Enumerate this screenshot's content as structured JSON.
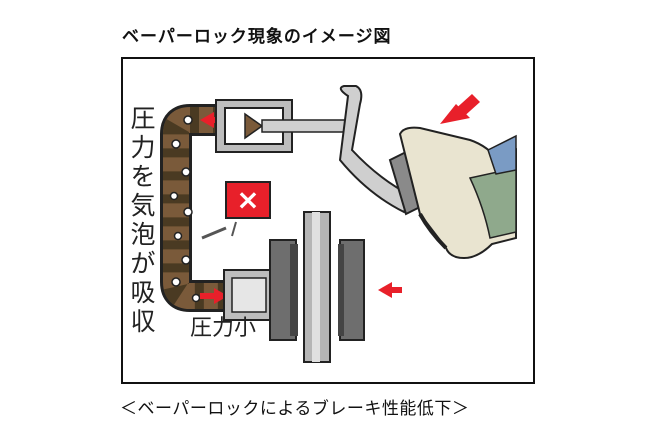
{
  "title": "ベーパーロック現象のイメージ図",
  "caption": "＜ベーパーロックによるブレーキ性能低下＞",
  "labels": {
    "vertical_chars": [
      "圧",
      "力",
      "を",
      "気",
      "泡",
      "が",
      "吸",
      "収"
    ],
    "pressure_small": "圧力小",
    "mark": "×"
  },
  "colors": {
    "fluid": "#7a5a3a",
    "fluid_dark": "#4a3a22",
    "arrow": "#e8202a",
    "metal": "#9a9a9a",
    "metal_dark": "#555555"
  }
}
